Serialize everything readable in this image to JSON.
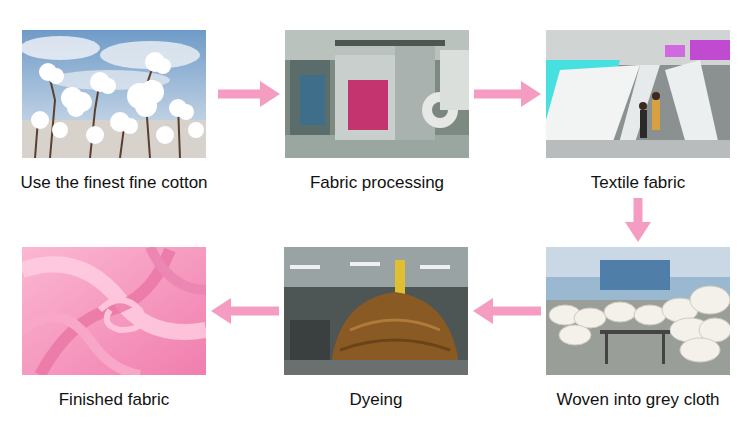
{
  "diagram": {
    "nodes": [
      {
        "text": [
          "Use the finest fine cotton"
        ]
      },
      {
        "text": [
          "Fabric processing"
        ]
      },
      {
        "text": [
          "Textile fabric"
        ]
      },
      {
        "text": [
          "Woven into grey cloth"
        ]
      },
      {
        "text": [
          "Dyeing"
        ]
      },
      {
        "text": [
          "Finished fabric"
        ]
      }
    ],
    "edges": [
      {
        "from": 0,
        "to": 1,
        "arrow": "to"
      },
      {
        "from": 1,
        "to": 2,
        "arrow": "to"
      },
      {
        "from": 2,
        "to": 3,
        "arrow": "to"
      },
      {
        "from": 3,
        "to": 4,
        "arrow": "to"
      },
      {
        "from": 4,
        "to": 5,
        "arrow": "to"
      }
    ]
  }
}
